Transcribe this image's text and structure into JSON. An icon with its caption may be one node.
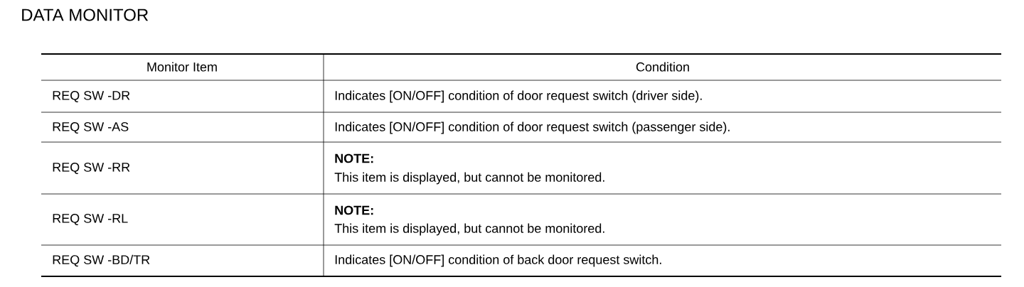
{
  "diagram": {
    "title": "DATA MONITOR",
    "labels": [
      "Monitor Item",
      "Condition",
      "REQ SW -DR",
      "Indicates [ON/OFF] condition of door request switch (driver side).",
      "REQ SW -AS",
      "Indicates [ON/OFF] condition of door request switch (passenger side).",
      "REQ SW -RR",
      "**NOTE:**",
      "This item is displayed, but cannot be monitored.",
      "REQ SW -RL",
      "**NOTE:**",
      "This item is displayed, but cannot be monitored.",
      "REQ SW -BD/TR",
      "Indicates [ON/OFF] condition of back door request switch."
    ]
  }
}
